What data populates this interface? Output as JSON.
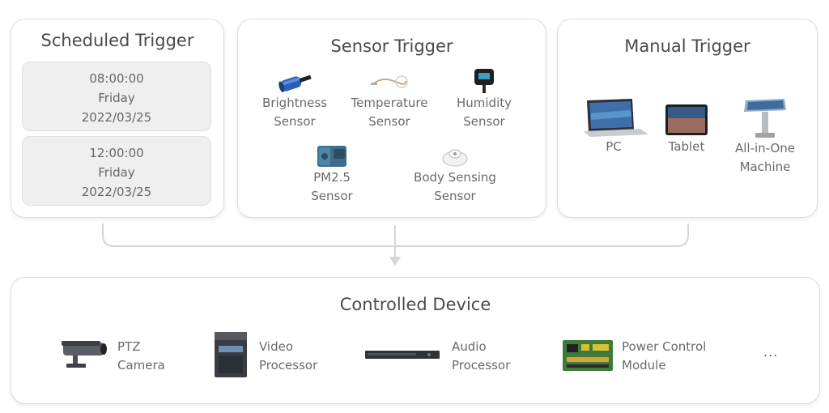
{
  "scheduled": {
    "title": "Scheduled Trigger",
    "entries": [
      {
        "time": "08:00:00",
        "day": "Friday",
        "date": "2022/03/25"
      },
      {
        "time": "12:00:00",
        "day": "Friday",
        "date": "2022/03/25"
      }
    ]
  },
  "sensor": {
    "title": "Sensor Trigger",
    "items": [
      {
        "line1": "Brightness",
        "line2": "Sensor",
        "icon": "brightness-sensor-icon"
      },
      {
        "line1": "Temperature",
        "line2": "Sensor",
        "icon": "temperature-sensor-icon"
      },
      {
        "line1": "Humidity",
        "line2": "Sensor",
        "icon": "humidity-sensor-icon"
      },
      {
        "line1": "PM2.5",
        "line2": "Sensor",
        "icon": "pm25-sensor-icon"
      },
      {
        "line1": "Body Sensing",
        "line2": "Sensor",
        "icon": "body-sensing-sensor-icon"
      }
    ]
  },
  "manual": {
    "title": "Manual Trigger",
    "items": [
      {
        "line1": "PC",
        "line2": "",
        "icon": "laptop-icon"
      },
      {
        "line1": "Tablet",
        "line2": "",
        "icon": "tablet-icon"
      },
      {
        "line1": "All-in-One",
        "line2": "Machine",
        "icon": "kiosk-icon"
      }
    ]
  },
  "device": {
    "title": "Controlled Device",
    "items": [
      {
        "line1": "PTZ",
        "line2": "Camera",
        "icon": "ptz-camera-icon"
      },
      {
        "line1": "Video",
        "line2": "Processor",
        "icon": "video-processor-icon"
      },
      {
        "line1": "Audio",
        "line2": "Processor",
        "icon": "audio-processor-icon"
      },
      {
        "line1": "Power Control",
        "line2": "Module",
        "icon": "circuit-board-icon"
      }
    ],
    "more": "..."
  }
}
